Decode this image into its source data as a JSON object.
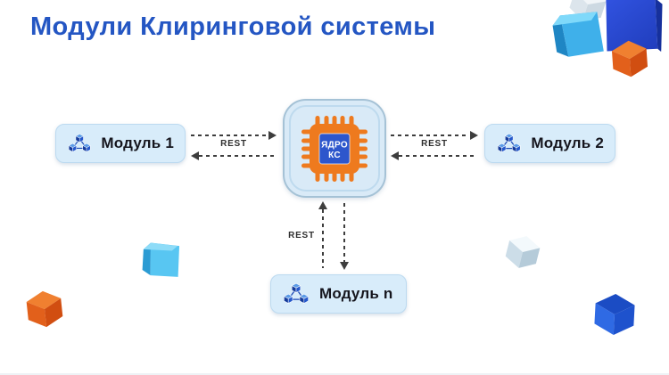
{
  "slide": {
    "title": "Модули Клиринговой системы"
  },
  "core": {
    "title": "ЯДРО КС",
    "label_line1": "ЯДРО",
    "label_line2": "КС"
  },
  "modules": [
    {
      "label": "Модуль 1"
    },
    {
      "label": "Модуль 2"
    },
    {
      "label": "Модуль n"
    }
  ],
  "connections": [
    {
      "protocol": "REST",
      "between": "Модуль 1 ↔ Ядро КС",
      "position": "left",
      "bidirectional": true
    },
    {
      "protocol": "REST",
      "between": "Ядро КС ↔ Модуль 2",
      "position": "right",
      "bidirectional": true
    },
    {
      "protocol": "REST",
      "between": "Ядро КС ↔ Модуль n",
      "position": "bottom",
      "bidirectional": true
    }
  ],
  "colors": {
    "title_blue": "#2456c3",
    "panel_bg": "#d8ecfa",
    "panel_border": "#bcdaf0",
    "core_bg": "#d9eaf7",
    "chip_orange": "#ee7a1e",
    "chip_blue": "#2d56cc",
    "arrow_dark": "#3d3d3d",
    "label_dark": "#15151d",
    "decor_sky_blue": "#57c6f2",
    "decor_orange": "#e2601b",
    "decor_royal_blue": "#2847d2",
    "decor_pale": "#dce8f0"
  }
}
